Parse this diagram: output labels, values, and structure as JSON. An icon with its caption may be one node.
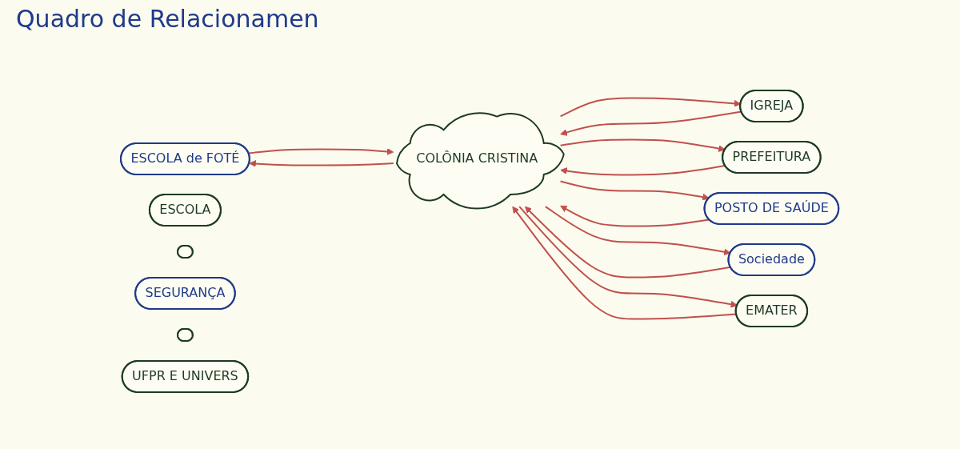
{
  "diagram": {
    "title": "Quadro de Relacionamen",
    "nodes": [
      {
        "text": [
          "ESCOLA de FOTÉ"
        ]
      },
      {
        "text": [
          "ESCOLA"
        ]
      },
      {
        "text": [
          "IGREJA"
        ]
      },
      {
        "text": [
          "PREFEITURA"
        ]
      },
      {
        "text": [
          "POSTO DE SAÚDE"
        ]
      },
      {
        "text": [
          "COLÔNIA CRISTINA"
        ]
      },
      {
        "text": [
          "EMATER"
        ]
      },
      {
        "text": [
          "Sociedade"
        ]
      },
      {
        "text": [],
        "shape": "ellipse"
      },
      {
        "text": [
          "SEGURANÇA"
        ]
      },
      {
        "text": [],
        "shape": "ellipse"
      },
      {
        "text": [
          "UFPR E UNIVERS"
        ]
      }
    ],
    "edges": [
      {
        "from": 0,
        "to": 5,
        "arrow": "to"
      },
      {
        "from": 5,
        "to": 0,
        "arrow": "to"
      },
      {
        "from": 2,
        "to": 5,
        "arrow": "to"
      },
      {
        "from": 5,
        "to": 2,
        "arrow": "to"
      },
      {
        "from": 3,
        "to": 5,
        "arrow": "to"
      },
      {
        "from": 5,
        "to": 3,
        "arrow": "to"
      },
      {
        "from": 4,
        "to": 5,
        "arrow": "to"
      },
      {
        "from": 5,
        "to": 4,
        "arrow": "to"
      },
      {
        "from": 5,
        "to": 7,
        "arrow": "to"
      },
      {
        "from": 7,
        "to": 5,
        "arrow": "to"
      },
      {
        "from": 5,
        "to": 6,
        "arrow": "to"
      },
      {
        "from": 6,
        "to": 5,
        "arrow": "to"
      }
    ]
  }
}
